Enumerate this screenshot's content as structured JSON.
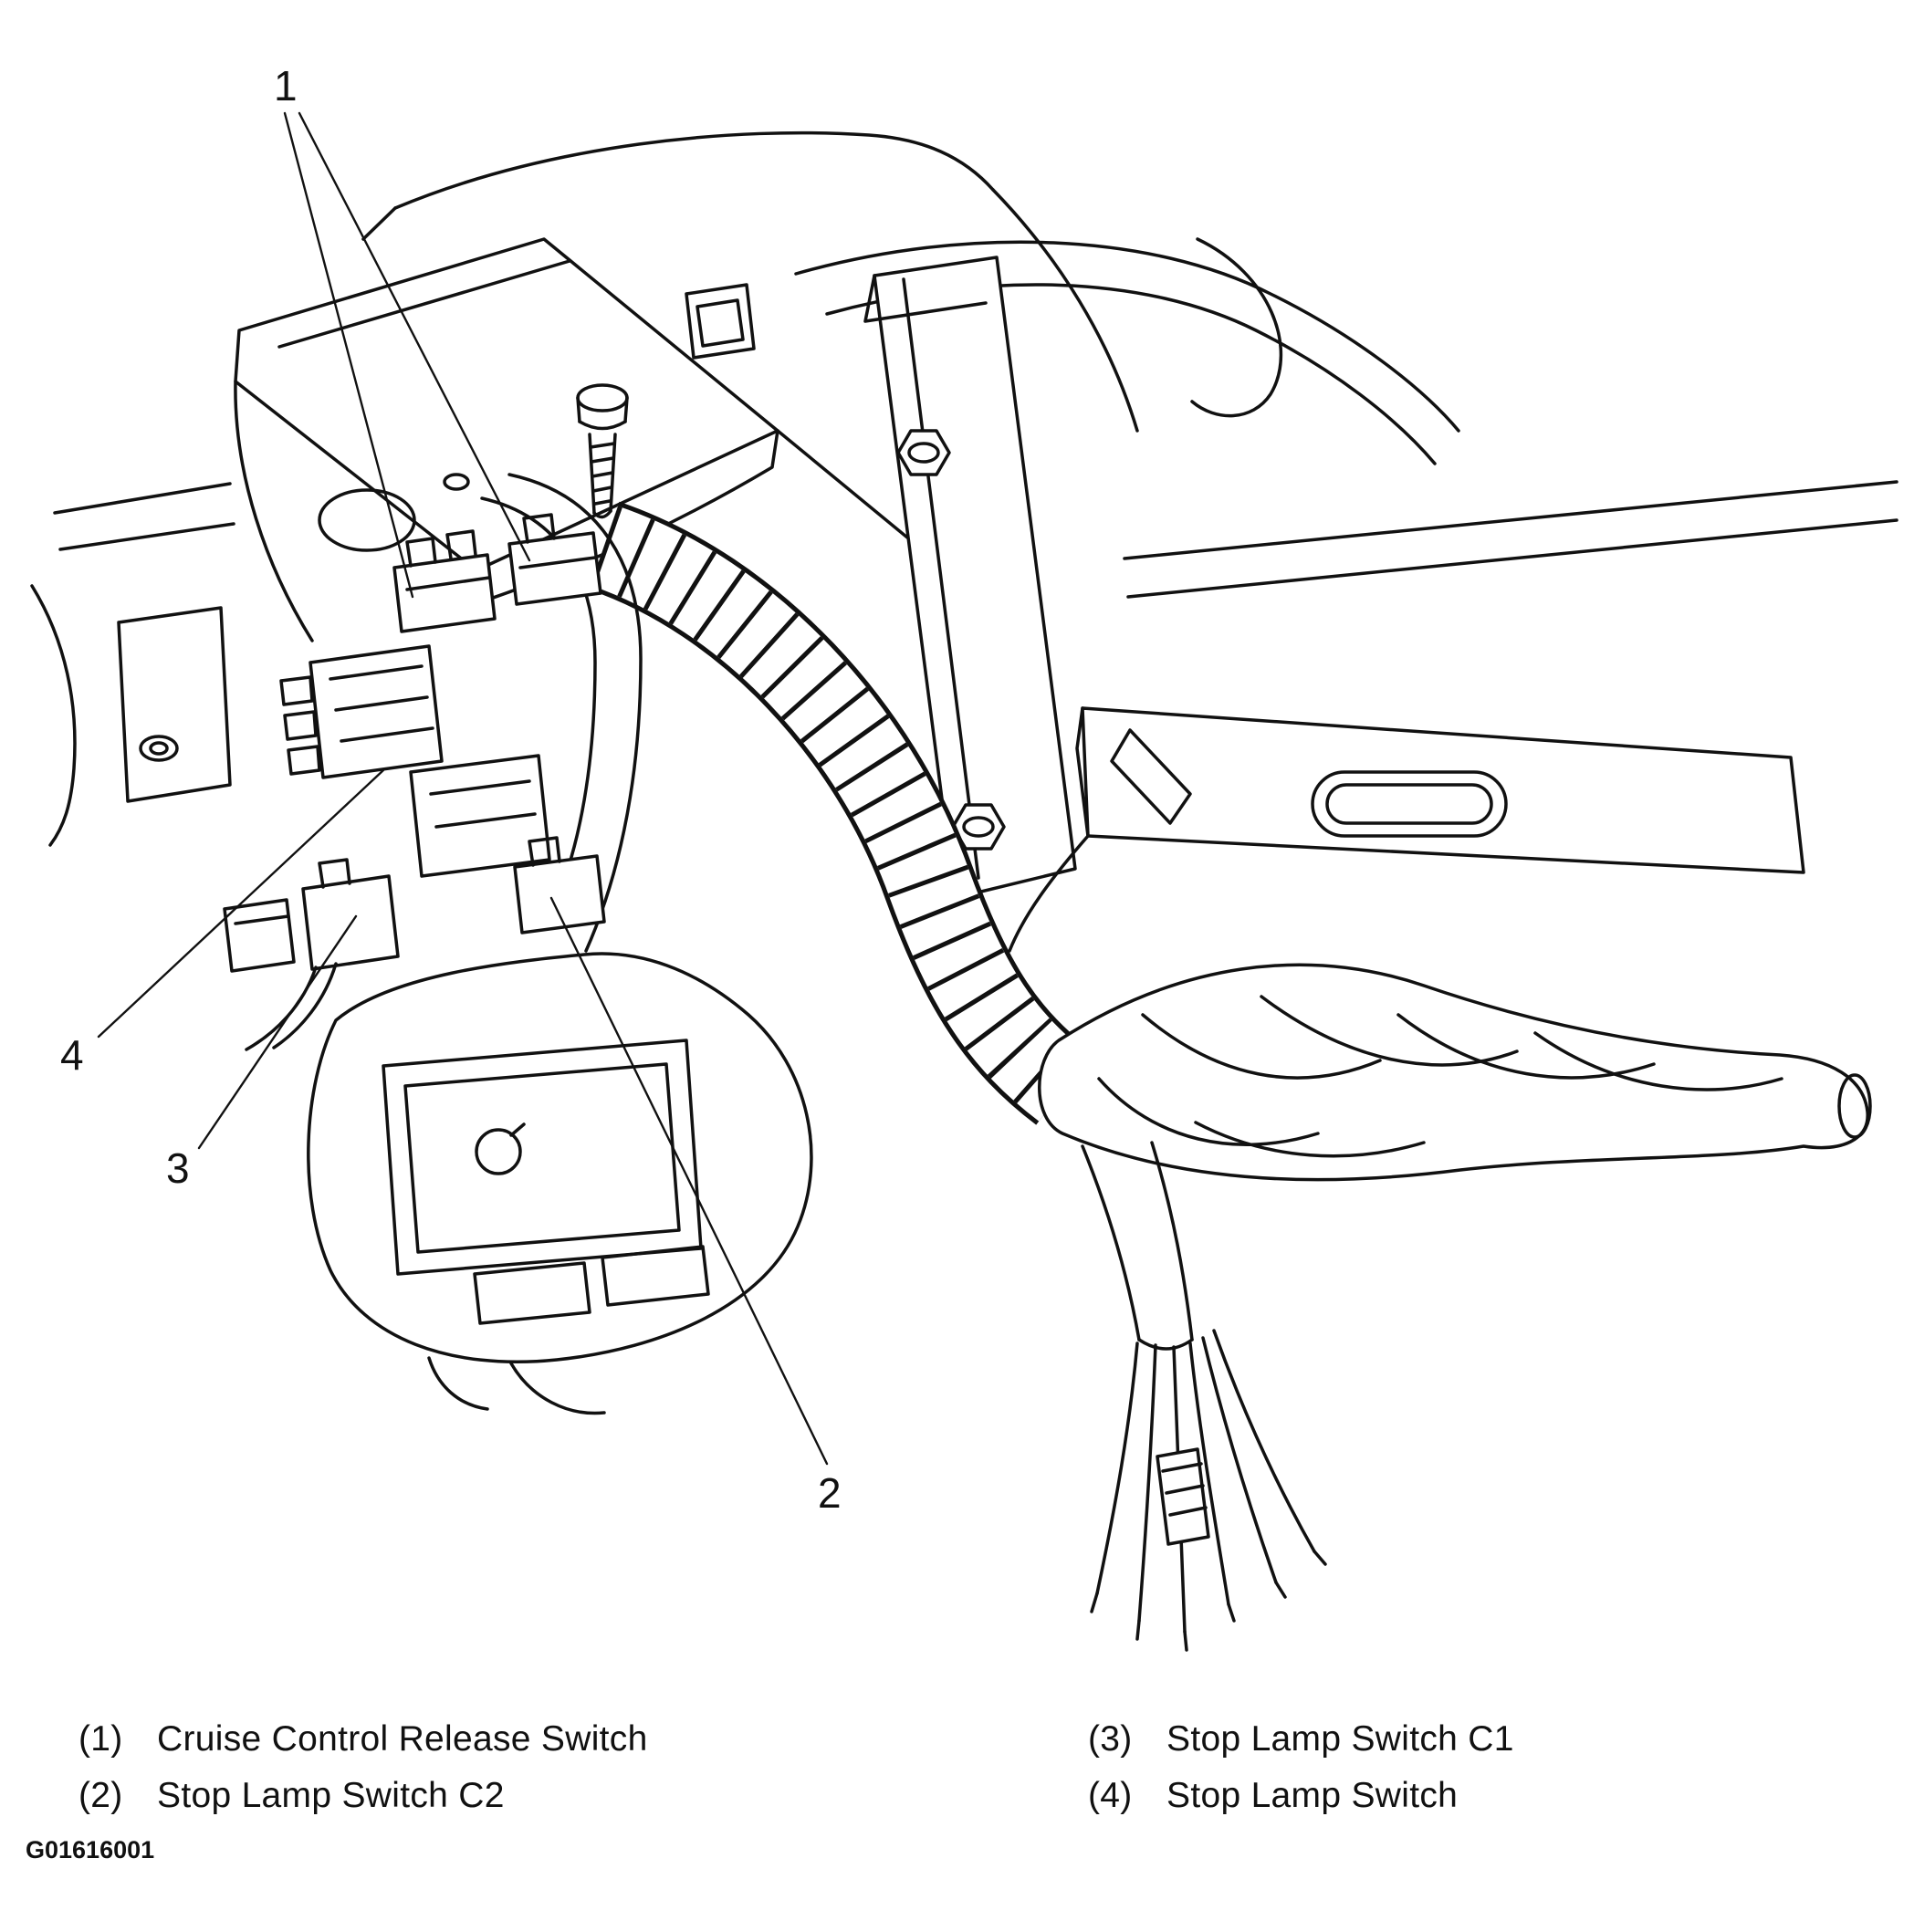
{
  "figure": {
    "code": "G01616001"
  },
  "callouts": {
    "n1": "1",
    "n2": "2",
    "n3": "3",
    "n4": "4"
  },
  "legend": {
    "items": [
      {
        "number": "(1)",
        "label": "Cruise Control Release Switch"
      },
      {
        "number": "(2)",
        "label": "Stop Lamp Switch C2"
      },
      {
        "number": "(3)",
        "label": "Stop Lamp Switch C1"
      },
      {
        "number": "(4)",
        "label": "Stop Lamp Switch"
      }
    ]
  },
  "colors": {
    "line": "#111111",
    "background": "#ffffff"
  }
}
